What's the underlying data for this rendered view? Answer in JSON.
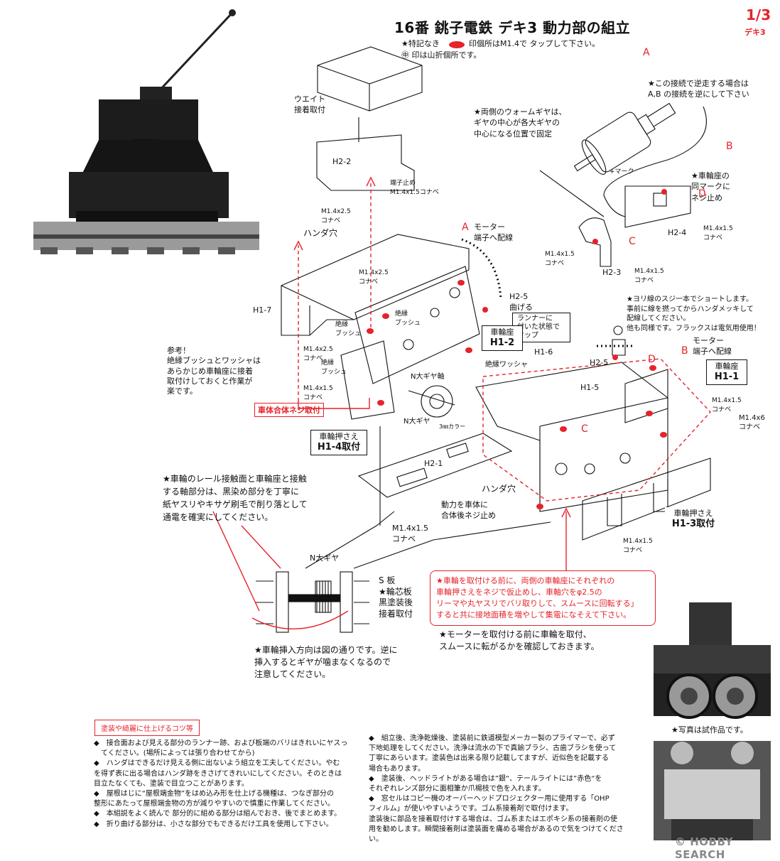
{
  "header": {
    "title": "16番 銚子電鉄 デキ3 動力部の組立",
    "page_number": "1/3",
    "model_name": "デキ3",
    "legend_line1_before": "★特記なき",
    "legend_line1_after": "印個所はM1.4で タップして下さい。",
    "legend_line2": "㊥ 印は山折個所です。"
  },
  "motor": {
    "point_a": "A",
    "point_b": "B",
    "reverse_note": [
      "★この接続で逆走する場合は",
      "A,B の接続を逆にして下さい"
    ],
    "worm_note": [
      "★両側のウォームギヤは、",
      "ギヤの中心が各大ギヤの",
      "中心になる位置で固定"
    ],
    "plus_mark": "+マーク",
    "seat_note": [
      "★車輪座の",
      "同マークに",
      "ネジ止め"
    ],
    "point_d": "D",
    "screw_h24": [
      "M1.4x1.5",
      "コナベ"
    ],
    "h2_4": "H2-4",
    "point_c": "C",
    "screw_h23": [
      "M1.4x1.5",
      "コナベ"
    ],
    "h2_3": "H2-3",
    "screw_h23b": [
      "M1.4x1.5",
      "コナベ"
    ]
  },
  "top_assembly": {
    "weight_label": [
      "ウエイト",
      "接着取付"
    ],
    "h2_2": "H2-2",
    "terminal_stop": [
      "端子止め",
      "M1.4x1.5コナベ"
    ],
    "screw_a": [
      "M1.4x2.5",
      "コナベ"
    ],
    "solder_hole": "ハンダ穴",
    "screw_b": [
      "M1.4x2.5",
      "コナベ"
    ],
    "h1_7": "H1-7",
    "motor_a": [
      "モーター",
      "端子へ配線"
    ],
    "point_a": "A",
    "h2_5": [
      "H2-5",
      "曲げる"
    ],
    "runner_note": [
      "ランナーに",
      "付いた状態で",
      "タップ"
    ],
    "seat_h12": [
      "車輪座",
      "H1-2"
    ],
    "insulating_bush": [
      "絶縁",
      "ブッシュ"
    ],
    "insulating_bush2": [
      "絶縁",
      "ブッシュ"
    ],
    "screw_c": [
      "M1.4x2.5",
      "コナベ"
    ],
    "insulating_bush3": [
      "絶縁",
      "ブッシュ"
    ],
    "screw_d": [
      "M1.4x1.5",
      "コナベ"
    ],
    "reference_note": [
      "参考！",
      "絶縁ブッシュとワッシャは",
      "あらかじめ車輪座に接着",
      "取付けしておくと作業が",
      "楽です。"
    ],
    "body_screw": "車体合体ネジ取付",
    "n_gear_shaft": "N大ギヤ軸",
    "n_gear": "N大ギヤ",
    "collar": "3㎜カラー",
    "insulating_washer": "絶縁ワッシャ",
    "wheel_press_h14": [
      "車輪押さえ",
      "H1-4取付"
    ]
  },
  "right_assembly": {
    "lead_note": [
      "★ヨリ線のスジ一本でショートします。",
      "事前に線を撚ってからハンダメッキして",
      "配線してください。",
      "他も同様です。フラックスは電気用使用！"
    ],
    "h2_5": "H2-5",
    "motor_b": [
      "モーター",
      "端子へ配線"
    ],
    "point_b": "B",
    "point_d": "D",
    "seat_h11": [
      "車輪座",
      "H1-1"
    ],
    "h1_6": "H1-6",
    "h1_5": "H1-5",
    "point_c": "C",
    "screw_e": [
      "M1.4x1.5",
      "コナベ"
    ],
    "screw_f": "M1.4x6",
    "screw_f2": "コナベ",
    "wheel_press_h13": [
      "車輪押さえ",
      "H1-3取付"
    ],
    "screw_g": [
      "M1.4x1.5",
      "コナベ"
    ],
    "solder_hole2": "ハンダ穴"
  },
  "bottom_assembly": {
    "h2_1": "H2-1",
    "mount_note": [
      "動力を車体に",
      "合体後ネジ止め"
    ],
    "screw_h": [
      "M1.4x1.5",
      "コナベ"
    ]
  },
  "rail_note": [
    "★車輪のレール接触面と車輪座と接触",
    "する軸部分は、黒染め部分を丁寧に",
    "紙ヤスリやキサゲ刷毛で削り落として",
    "通電を確実にしてください。"
  ],
  "axle": {
    "n_gear": "N大ギヤ",
    "s_plate": [
      "S 板",
      "★輪芯板",
      "黒塗装後",
      "接着取付"
    ]
  },
  "insert_note": [
    "★車輪挿入方向は図の通りです。逆に",
    "挿入するとギヤが噛まなくなるので",
    "注意してください。"
  ],
  "red_note": [
    "★車輪を取付ける前に、両側の車輪座にそれぞれの",
    "車輪押さえをネジで仮止めし、車軸穴をφ2.5の",
    "リーマや丸ヤスリでバリ取りして、スムースに回転する」",
    "すると共に接地面積を増やして集電になそえて下さい。"
  ],
  "motor_note": [
    "★モーターを取付ける前に車輪を取付、",
    "スムースに転がるかを確認しておきます。"
  ],
  "photo_caption": "★写真は試作品です。",
  "tips": {
    "title": "塗装や綺麗に仕上げるコツ等",
    "left": [
      "◆　接合面および見える部分のランナー跡、および板端のバリはきれいにヤスっ",
      "　てください。(場所によっては張り合わせてから)",
      "◆　ハンダはできるだけ見える側に出ないよう組立を工夫してください。やむ",
      "を得ず表に出る場合はハンダ跡をきさげてきれいにしてください。そのときは",
      "目立たなくても、塗装で目立つことがあります。",
      "◆　屋根はじに“屋根端金物”をはめ込み形を仕上げる機種は、つなぎ部分の",
      "整形にあたって屋根端金物の方が減りやすいので慎重に作業してください。",
      "◆　本組説をよく読んで 部分的に組める部分は組んでおき、後でまとめます。",
      "◆　折り曲げる部分は、小さな部分でもできるだけ工具を使用して下さい。"
    ],
    "right": [
      "◆　組立後、洗浄乾燥後、塗装前に鉄道模型メーカー製のプライマーで、必ず",
      "下地処理をしてください。洗浄は流水の下で真鍮ブラシ、古歯ブラシを使って",
      "丁寧にあらいます。塗装色は出来る限り記載してますが、近似色を記載する",
      "場合もあります。",
      "◆　塗装後、ヘッドライトがある場合は”銀“、テールライトには”赤色“を",
      "それぞれレンズ部分に面相筆か爪楊枝で色を入れます。",
      "◆　窓セルはコピー機のオーバーヘッドプロジェクター用に使用する「OHP",
      "フィルム」が使いやすいようです。ゴム系接着剤で取付けます。",
      "塗装後に部品を接着取付けする場合は、ゴム系またはエポキシ系の接着剤の使",
      "用を勧めします。瞬間接着剤は塗装面を痛める場合があるので気をつけてくださ",
      "い。"
    ]
  },
  "watermark": "© HOBBY SEARCH",
  "colors": {
    "accent_red": "#e5232b",
    "line": "#111111",
    "photo_dark": "#2b2b2b"
  }
}
